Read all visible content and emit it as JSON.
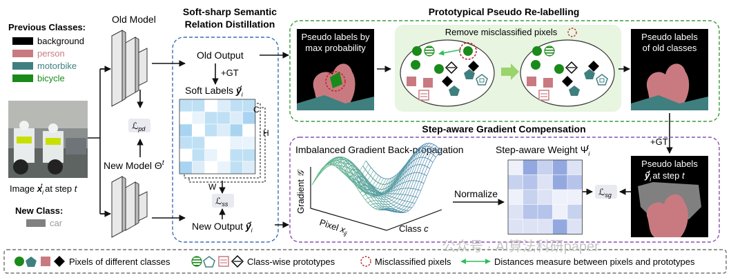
{
  "legend_left": {
    "previous_title": "Previous Classes:",
    "previous": [
      {
        "label": "background",
        "color": "#000000",
        "text_color": "#000000"
      },
      {
        "label": "person",
        "color": "#c97a80",
        "text_color": "#c97a80"
      },
      {
        "label": "motorbike",
        "color": "#3f7f7f",
        "text_color": "#3f7f7f"
      },
      {
        "label": "bicycle",
        "color": "#1a8a1a",
        "text_color": "#1a8a1a"
      }
    ],
    "new_title": "New Class:",
    "new": [
      {
        "label": "car",
        "color": "#808080",
        "text_color": "#9a9a9a"
      }
    ]
  },
  "image_caption": {
    "prefix": "Image ",
    "var": "x",
    "sub": "i",
    "sup": "t",
    "suffix": " at step ",
    "step": "t"
  },
  "old_model": "Old Model",
  "new_model": {
    "text": "New Model Θ",
    "sup": "t"
  },
  "loss_pd": {
    "L": "ℒ",
    "sub": "pd"
  },
  "loss_ss": {
    "L": "ℒ",
    "sub": "ss"
  },
  "loss_sg": {
    "L": "ℒ",
    "sub": "sg"
  },
  "distill": {
    "title1": "Soft-sharp Semantic",
    "title2": "Relation Distillation",
    "old_output": "Old Output",
    "plus_gt": "+GT",
    "soft_labels": "Soft Labels ",
    "soft_var": "ȳ",
    "dim_c": "C",
    "dim_h": "H",
    "dim_w": "W",
    "new_output": "New Output ",
    "new_var": "ŷ"
  },
  "relabel": {
    "title": "Prototypical Pseudo Re-labelling",
    "pseudo_max1": "Pseudo labels by",
    "pseudo_max2": "max probability",
    "remove": "Remove misclassified pixels",
    "pseudo_old1": "Pseudo labels",
    "pseudo_old2": "of old classes"
  },
  "gradient": {
    "title": "Step-aware Gradient Compensation",
    "imbalanced": "Imbalanced Gradient Back-propagation",
    "weight": "Step-aware Weight Ψ",
    "normalize": "Normalize",
    "axis_gradient": "Gradient ",
    "axis_pixel": "Pixel ",
    "axis_class": "Class ",
    "axis_class_var": "c",
    "plus_gt": "+GT",
    "pseudo_step1": "Pseudo labels",
    "pseudo_step2_var": "ŷ",
    "pseudo_step2_txt": " at step "
  },
  "bottom_legend": {
    "pixels": "Pixels of different classes",
    "prototypes": "Class-wise prototypes",
    "misclassified": "Misclassified pixels",
    "distances": "Distances measure between pixels and prototypes"
  },
  "watermark": "公众号 · AI算法科研paper"
}
